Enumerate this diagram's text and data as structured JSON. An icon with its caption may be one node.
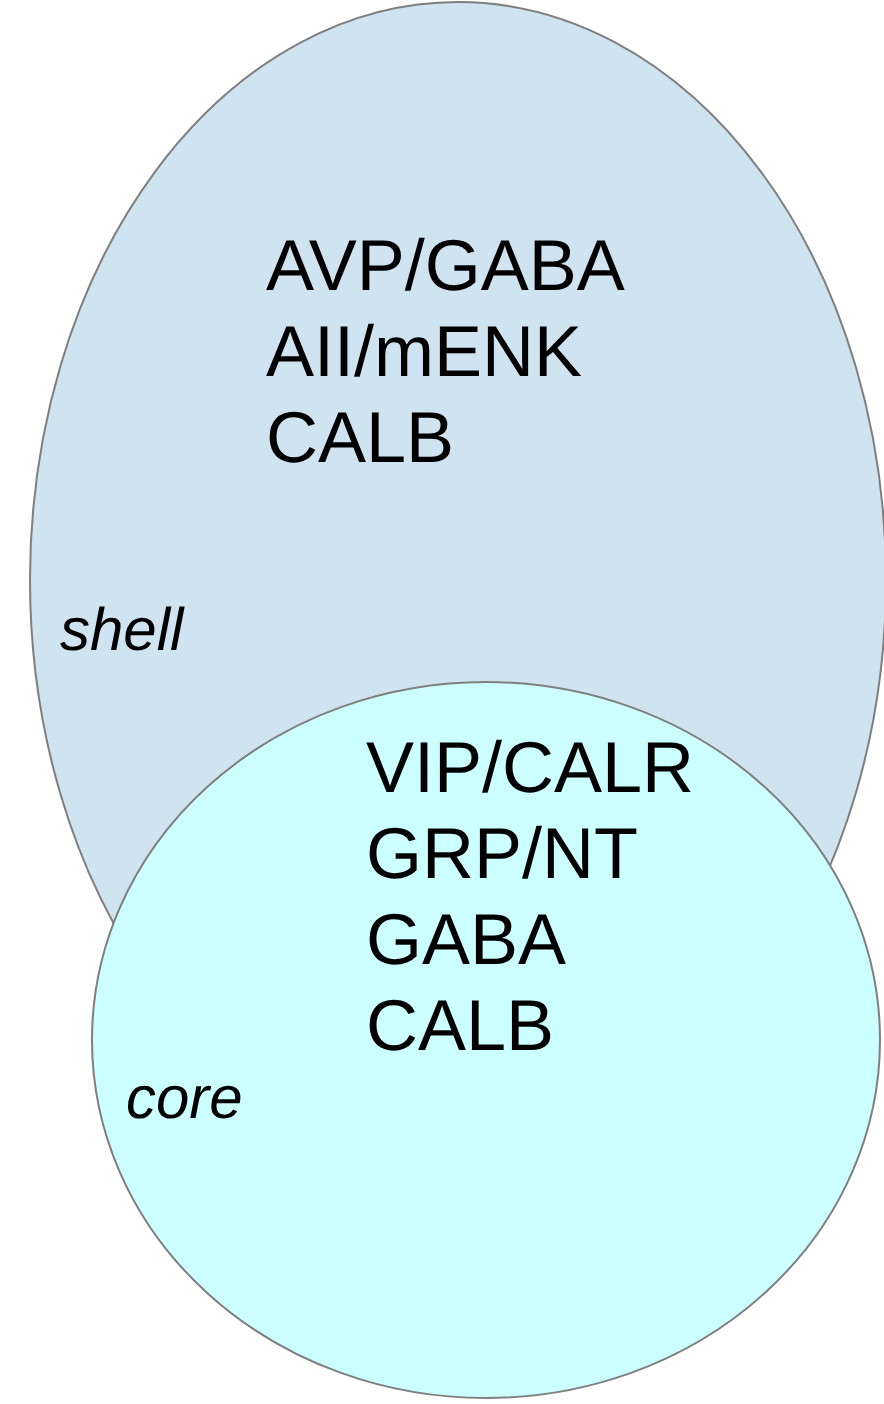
{
  "diagram": {
    "nodes": [
      {
        "text": [
          "AVP/GABA",
          "AII/mENK",
          "CALB",
          "shell"
        ]
      },
      {
        "text": [
          "VIP/CALR",
          "GRP/NT",
          "GABA",
          "CALB",
          "core"
        ]
      }
    ]
  }
}
